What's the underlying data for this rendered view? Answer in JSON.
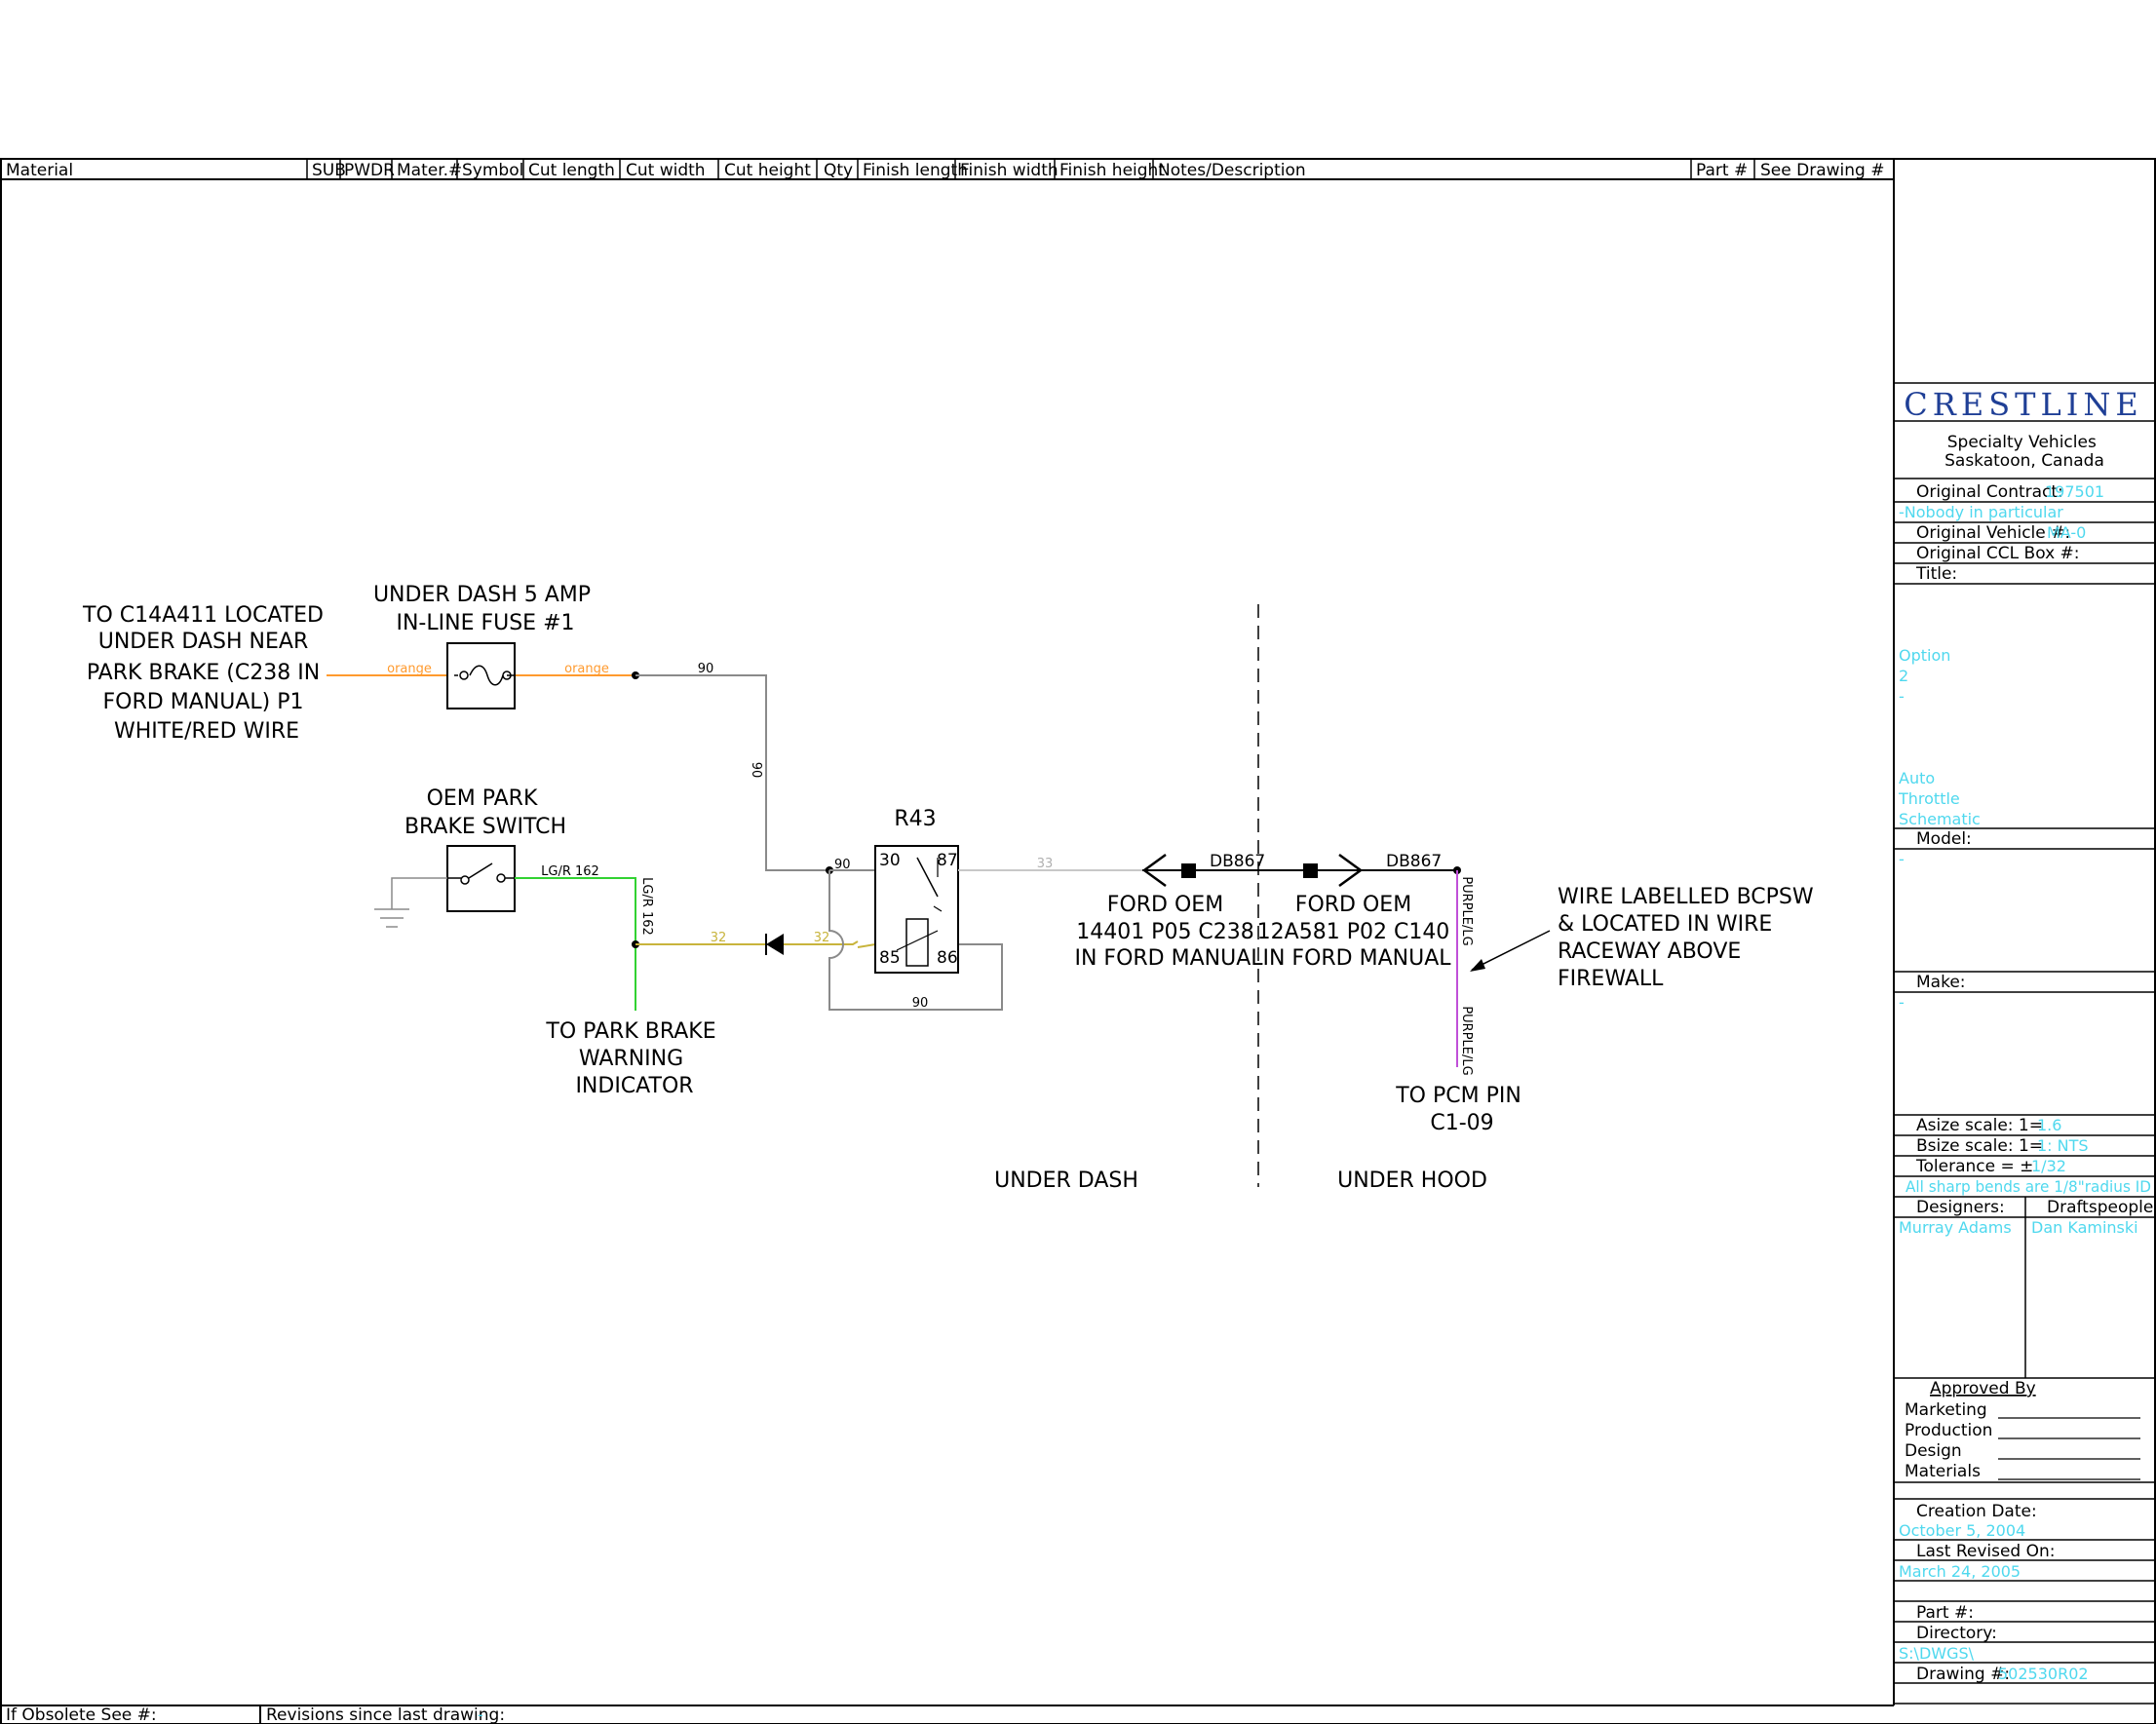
{
  "colors": {
    "line": "#000000",
    "orange_wire": "#ff9a2e",
    "gray_wire": "#8a8a8a",
    "green_wire": "#32d232",
    "yellow_wire": "#c8b43c",
    "light_wire": "#c8c8c8",
    "purple_wire": "#c050d8",
    "value_text": "#4fd8ee",
    "brand": "#1f3f96"
  },
  "header": {
    "columns": [
      "Material",
      "SUB",
      "PWDR",
      "Mater.#",
      "Symbol",
      "Cut length",
      "Cut width",
      "Cut height",
      "Qty",
      "Finish length",
      "Finish width",
      "Finish height",
      "Notes/Description",
      "Part #",
      "See Drawing #"
    ]
  },
  "footer": {
    "obsolete_label": "If Obsolete See #:",
    "revisions_label": "Revisions since last drawing:",
    "revisions_value": "-"
  },
  "schematic": {
    "source_note": [
      "TO C14A411 LOCATED",
      "UNDER DASH NEAR",
      "PARK BRAKE (C238 IN",
      "FORD MANUAL) P1",
      "WHITE/RED WIRE"
    ],
    "fuse_label": [
      "UNDER DASH 5 AMP",
      "IN-LINE FUSE #1"
    ],
    "switch_label": [
      "OEM PARK",
      "BRAKE SWITCH"
    ],
    "relay_label": "R43",
    "relay_pins": {
      "p30": "30",
      "p87": "87",
      "p85": "85",
      "p86": "86"
    },
    "warning_label": [
      "TO PARK BRAKE",
      "WARNING",
      "INDICATOR"
    ],
    "connector_a": {
      "id": "DB867",
      "lines": [
        "FORD OEM",
        "14401 P05 C238",
        "IN FORD MANUAL"
      ]
    },
    "connector_b": {
      "id": "DB867",
      "lines": [
        "FORD OEM",
        "12A581 P02 C140",
        "IN FORD MANUAL"
      ]
    },
    "wire_note": [
      "WIRE LABELLED BCPSW",
      "& LOCATED IN WIRE",
      "RACEWAY ABOVE",
      "FIREWALL"
    ],
    "pcm_label": [
      "TO PCM PIN",
      "C1-09"
    ],
    "zone_left": "UNDER DASH",
    "zone_right": "UNDER HOOD",
    "wires": {
      "orange1": "orange",
      "orange2": "orange",
      "w90_top": "90",
      "w90_vert": "90",
      "w90_relay": "90",
      "w90_loop": "90",
      "w33": "33",
      "w32_a": "32",
      "w32_b": "32",
      "lgr_h": "LG/R 162",
      "lgr_v": "LG/R 162",
      "purple_a": "PURPLE/LG",
      "purple_b": "PURPLE/LG"
    }
  },
  "title_block": {
    "brand": "CRESTLINE",
    "company": [
      "Specialty Vehicles",
      "Saskatoon, Canada"
    ],
    "original_contract_label": "Original Contract:",
    "original_contract_value": "197501",
    "contract_note": "-Nobody in particular",
    "original_vehicle_label": "Original Vehicle #:",
    "original_vehicle_value": "MA-0",
    "original_ccl_label": "Original CCL Box #:",
    "title_label": "Title:",
    "title_lines_1": [
      "Option",
      "2",
      "-"
    ],
    "title_lines_2": [
      "Auto",
      "Throttle",
      "Schematic"
    ],
    "model_label": "Model:",
    "model_value": "-",
    "make_label": "Make:",
    "make_value": "-",
    "asize_label": "Asize scale: 1=",
    "asize_value": "1.6",
    "bsize_label": "Bsize scale: 1=",
    "bsize_value": "1: NTS",
    "tolerance_label": "Tolerance = ±",
    "tolerance_value": "1/32",
    "bends_note": "All sharp bends are 1/8\"radius ID",
    "designers_label": "Designers:",
    "designers_value": "Murray Adams",
    "draftspeople_label": "Draftspeople:",
    "draftspeople_value": "Dan Kaminski",
    "approved_by": "Approved By",
    "approvals": [
      "Marketing",
      "Production",
      "Design",
      "Materials"
    ],
    "creation_label": "Creation Date:",
    "creation_value": "October 5, 2004",
    "revised_label": "Last Revised On:",
    "revised_value": "March 24, 2005",
    "part_label": "Part #:",
    "directory_label": "Directory:",
    "directory_value": "S:\\DWGS\\",
    "drawing_label": "Drawing #:",
    "drawing_value": "502530R02"
  }
}
